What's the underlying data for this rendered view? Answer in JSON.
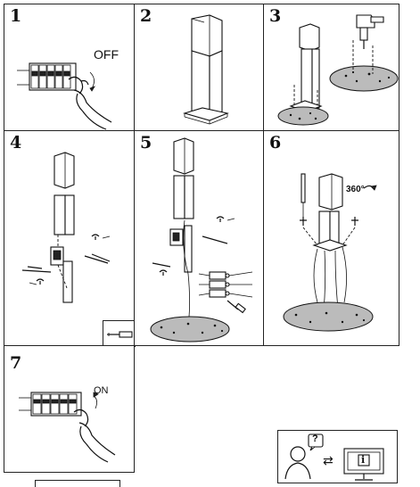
{
  "steps": [
    {
      "number": "1",
      "note": "OFF"
    },
    {
      "number": "2"
    },
    {
      "number": "3"
    },
    {
      "number": "4"
    },
    {
      "number": "5"
    },
    {
      "number": "6",
      "note": "360°"
    },
    {
      "number": "7",
      "note": "ON"
    }
  ],
  "help": {
    "question_mark": "?",
    "info_letter": "i",
    "exchange_arrows": "⇄"
  },
  "icons": [
    "hand-icon",
    "fuse-box-icon",
    "drill-icon",
    "lamp-post-icon",
    "screw-icon",
    "screwdriver-icon",
    "terminal-block-icon",
    "gravel-base-icon",
    "person-icon",
    "monitor-icon"
  ]
}
